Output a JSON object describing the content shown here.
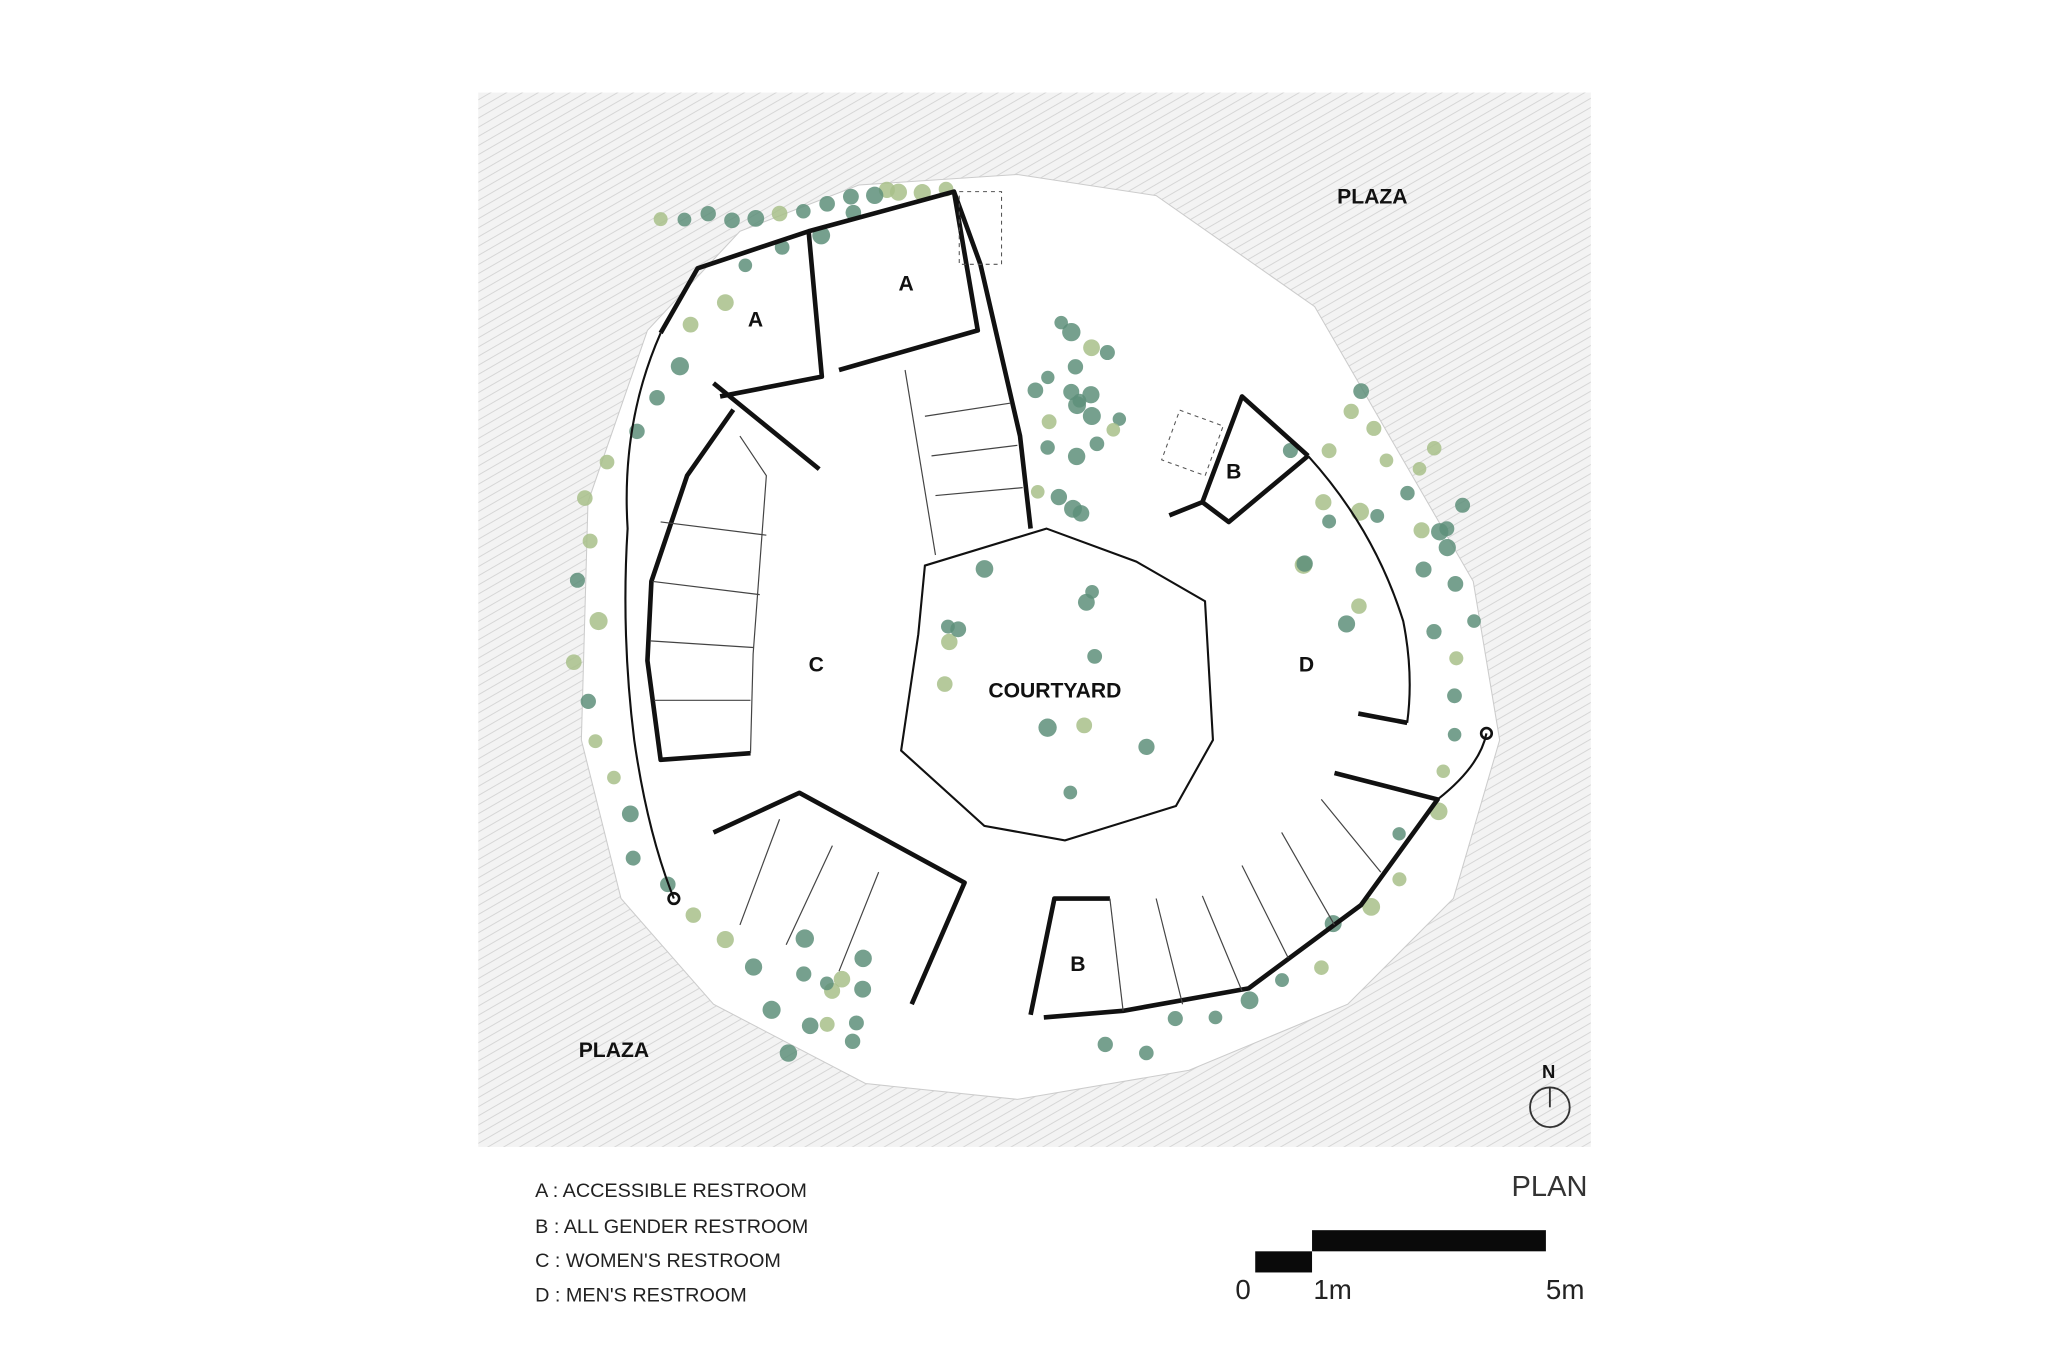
{
  "labels": {
    "plaza_ne": "PLAZA",
    "plaza_sw": "PLAZA",
    "courtyard": "COURTYARD",
    "rooms": [
      "A",
      "A",
      "B",
      "B",
      "C",
      "D"
    ],
    "north": "N"
  },
  "legend": [
    "A : ACCESSIBLE RESTROOM",
    "B : ALL GENDER RESTROOM",
    "C : WOMEN'S RESTROOM",
    "D : MEN'S RESTROOM"
  ],
  "title": "PLAN",
  "scale_bar": {
    "labels": [
      "0",
      "1m",
      "5m"
    ]
  },
  "colors": {
    "hatch": "#d9d9d9",
    "plant_dark": "#5e8f7a",
    "plant_light": "#a8bf8a",
    "wall": "#111111"
  }
}
